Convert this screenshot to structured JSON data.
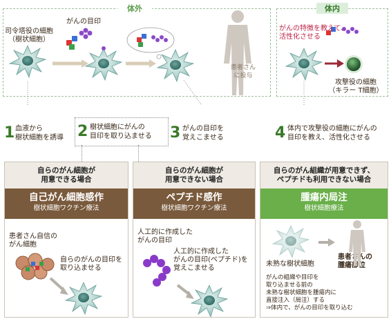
{
  "regions": {
    "outside": {
      "label": "体外"
    },
    "inside": {
      "label": "体内"
    }
  },
  "top": {
    "dc_label": "司令塔役の細胞\n（樹状細胞）",
    "marker_label": "がんの目印",
    "patient_label": "患者さん\nに投与",
    "inside_text": "がんの特徴を教えて、\n活性化させる",
    "tcell_label": "攻撃役の細胞\n（キラー T細胞）"
  },
  "steps": [
    {
      "num": "1",
      "text": "血液から\n樹状細胞を誘導"
    },
    {
      "num": "2",
      "text": "樹状細胞にがんの\n目印を取り込ませる"
    },
    {
      "num": "3",
      "text": "がんの目印を\n覚えこませる"
    },
    {
      "num": "4",
      "text": "体内で攻撃役の細胞にがんの\n目印を教え、活性化させる"
    }
  ],
  "panels": [
    {
      "header": "自らのがん細胞が\n用意できる場合",
      "title": "自己がん細胞感作",
      "subtitle": "樹状細胞ワクチン療法",
      "label_a": "患者さん自信の\nがん細胞",
      "label_b": "自らのがんの目印を\n取り込ませる"
    },
    {
      "header": "自らのがん細胞が\n用意できない場合",
      "title": "ペプチド感作",
      "subtitle": "樹状細胞ワクチン療法",
      "label_a": "人工的に作成した\nがんの目印",
      "label_b": "人工的に作成した\nがんの目印(ペプチド)を\n覚えこませる"
    },
    {
      "header": "自らのがん組織が用意できず、\nペプチドも利用できない場合",
      "title": "腫瘍内局注",
      "subtitle": "樹状細胞療法",
      "label_a": "未熟な樹状細胞",
      "label_b": "患者さんの\n腫瘍部位",
      "label_c": "がんの組織や目印を\n取り込ませる前の\n未熟な樹状細胞を腫瘍内に\n直接注入（局注）する\n⇒体内で、がんの目印を取り込む"
    }
  ],
  "colors": {
    "brown_band": "#7a5a3c",
    "green_band": "#6aaf4a",
    "step_number": "#3a7a2a",
    "highlight_text": "#c0264a"
  }
}
